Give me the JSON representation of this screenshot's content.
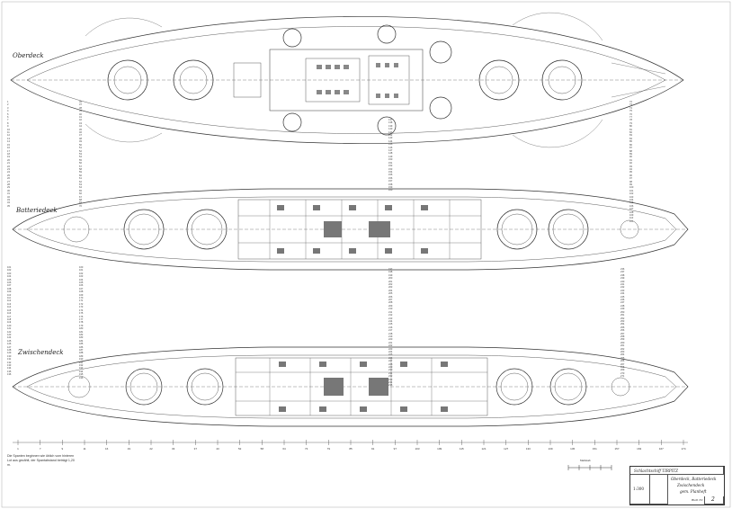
{
  "decks": {
    "top": "Oberdeck",
    "battery": "Batteriedeck",
    "between": "Zwischendeck"
  },
  "legend_top_left": [
    "1",
    "2",
    "3",
    "4",
    "5",
    "6",
    "7",
    "8",
    "9",
    "10",
    "11",
    "12",
    "13",
    "14",
    "15",
    "16",
    "17",
    "18",
    "19",
    "20",
    "21",
    "22",
    "23",
    "24",
    "25",
    "26",
    "27",
    "28",
    "29",
    "30",
    "31",
    "32",
    "33",
    "34",
    "35"
  ],
  "legend_top_mid": [
    "36",
    "37",
    "38",
    "39",
    "40",
    "41",
    "42",
    "43",
    "44",
    "45",
    "46",
    "47",
    "48",
    "49",
    "50",
    "51",
    "52",
    "53",
    "54",
    "55",
    "56",
    "57",
    "58",
    "59",
    "60",
    "61",
    "62",
    "63",
    "64",
    "65",
    "66",
    "67",
    "68",
    "69",
    "70"
  ],
  "legend_mid_a": [
    "137",
    "138",
    "139",
    "140",
    "141",
    "142",
    "143",
    "144",
    "145",
    "146",
    "147",
    "148",
    "149",
    "150",
    "151",
    "152",
    "153",
    "154",
    "155",
    "156",
    "157",
    "158",
    "159",
    "160"
  ],
  "legend_right_top": [
    "72",
    "73",
    "74",
    "75",
    "76",
    "77",
    "78",
    "79",
    "80",
    "81",
    "82",
    "83",
    "84",
    "85",
    "86",
    "87",
    "88",
    "89",
    "90",
    "91",
    "92",
    "93",
    "94",
    "95",
    "96",
    "97",
    "98",
    "99",
    "100",
    "101",
    "102",
    "103",
    "104",
    "105",
    "106",
    "107",
    "108",
    "109",
    "110",
    "111"
  ],
  "legend_bot_left": [
    "101",
    "102",
    "103",
    "104",
    "105",
    "106",
    "107",
    "108",
    "109",
    "110",
    "111",
    "112",
    "113",
    "114",
    "115",
    "116",
    "117",
    "118",
    "119",
    "120",
    "121",
    "122",
    "123",
    "124",
    "125",
    "126",
    "127",
    "128",
    "129",
    "130",
    "131",
    "132",
    "133",
    "134",
    "135",
    "136"
  ],
  "legend_bot_mid": [
    "160",
    "161",
    "162",
    "163",
    "164",
    "165",
    "166",
    "167",
    "168",
    "169",
    "170",
    "171",
    "172",
    "173",
    "174",
    "175",
    "176",
    "177",
    "178",
    "179",
    "180",
    "181",
    "182",
    "183",
    "184",
    "185",
    "186",
    "187",
    "188",
    "189",
    "190",
    "191",
    "192",
    "193",
    "194",
    "195",
    "196"
  ],
  "legend_bot_c": [
    "197",
    "198",
    "199",
    "200",
    "201",
    "202",
    "203",
    "204",
    "205",
    "206",
    "207",
    "208",
    "209",
    "210",
    "211",
    "212",
    "213",
    "214",
    "215",
    "216",
    "217",
    "218",
    "219",
    "220",
    "221",
    "222",
    "223",
    "224",
    "225",
    "226",
    "227",
    "228",
    "229",
    "230",
    "231",
    "232",
    "233",
    "234",
    "235"
  ],
  "legend_bot_right": [
    "236",
    "237",
    "238",
    "239",
    "240",
    "241",
    "242",
    "243",
    "244",
    "245",
    "246",
    "247",
    "248",
    "249",
    "250",
    "251",
    "252",
    "253",
    "254",
    "255",
    "256",
    "257",
    "258",
    "259",
    "260",
    "261",
    "262",
    "263",
    "264",
    "265",
    "266",
    "267",
    "268",
    "269",
    "270",
    "271"
  ],
  "frame_numbers": [
    "1",
    "7",
    "9",
    "11",
    "16",
    "19",
    "22",
    "33",
    "37",
    "43",
    "52",
    "58",
    "64",
    "73",
    "79",
    "85",
    "91",
    "97",
    "103",
    "109",
    "115",
    "121",
    "127",
    "133",
    "139",
    "145",
    "151",
    "157",
    "163",
    "167",
    "174"
  ],
  "note_text": "Die Spanten beginnen wie üblich vom hinteren Lot aus gezählt, der Spantabstand beträgt 1,20 m.",
  "scale_bar": "Maßstab",
  "title_block": {
    "ship": "Schlachtschiff TIRPITZ",
    "line2": "Oberdeck, Batteriedeck",
    "line3": "Zwischendeck",
    "line4": "gem. Planheft",
    "scale": "1:300",
    "sheet_no": "2",
    "sheet_label": "Blatt Nr."
  }
}
